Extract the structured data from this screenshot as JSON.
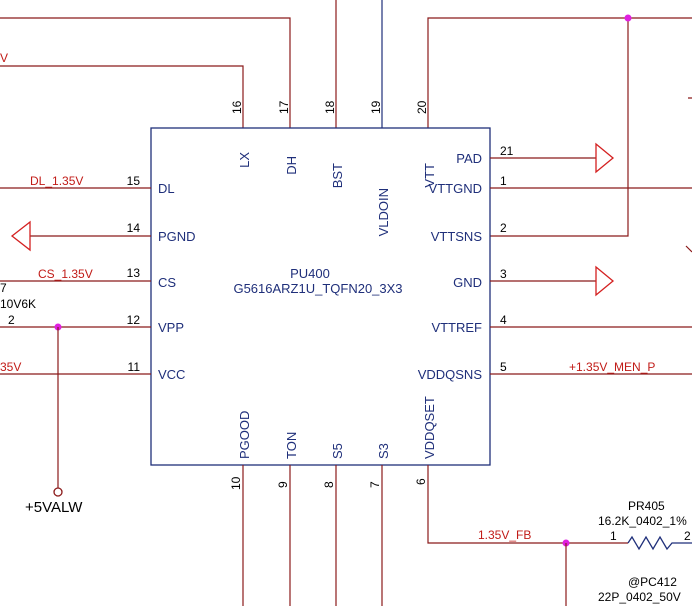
{
  "chip": {
    "ref": "PU400",
    "part": "G5616ARZ1U_TQFN20_3X3",
    "pins_top": [
      {
        "num": "16",
        "name": "LX"
      },
      {
        "num": "17",
        "name": "DH"
      },
      {
        "num": "18",
        "name": "BST"
      },
      {
        "num": "19",
        "name": "VLDOIN"
      },
      {
        "num": "20",
        "name": "VTT"
      }
    ],
    "pins_left": [
      {
        "num": "15",
        "name": "DL"
      },
      {
        "num": "14",
        "name": "PGND"
      },
      {
        "num": "13",
        "name": "CS"
      },
      {
        "num": "12",
        "name": "VPP"
      },
      {
        "num": "11",
        "name": "VCC"
      }
    ],
    "pins_right": [
      {
        "num": "21",
        "name": "PAD"
      },
      {
        "num": "1",
        "name": "VTTGND"
      },
      {
        "num": "2",
        "name": "VTTSNS"
      },
      {
        "num": "3",
        "name": "GND"
      },
      {
        "num": "4",
        "name": "VTTREF"
      },
      {
        "num": "5",
        "name": "VDDQSNS"
      }
    ],
    "pins_bottom": [
      {
        "num": "10",
        "name": "PGOOD"
      },
      {
        "num": "9",
        "name": "TON"
      },
      {
        "num": "8",
        "name": "S5"
      },
      {
        "num": "7",
        "name": "S3"
      },
      {
        "num": "6",
        "name": "VDDQSET"
      }
    ]
  },
  "nets": {
    "dl": "DL_1.35V",
    "cs": "CS_1.35V",
    "vcc_partial": "35V",
    "vddqsns": "+1.35V_MEN_P",
    "fb": "1.35V_FB",
    "top_left_partial": "V"
  },
  "power": {
    "label": "+5VALW"
  },
  "left_component": {
    "line1": "7",
    "line2": "10V6K",
    "pin": "2"
  },
  "resistor": {
    "ref": "PR405",
    "value": "16.2K_0402_1%",
    "pin1": "1",
    "pin2": "2"
  },
  "capacitor": {
    "ref": "@PC412",
    "value": "22P_0402_50V"
  },
  "colors": {
    "wire": "#8b1a1a",
    "chip_outline": "#1f2f7a",
    "net_label": "#c11b17",
    "junction": "#e020e0"
  }
}
